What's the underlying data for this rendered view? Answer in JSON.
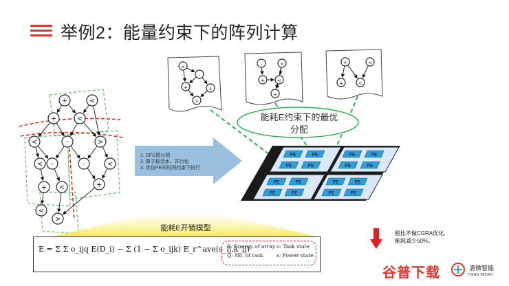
{
  "title": "举例2：能量约束下的阵列计算",
  "arrow_steps": [
    "1. DFG图分割",
    "2. 算子软流水、并行化",
    "3. 优化PE间时间约束下执行"
  ],
  "optimal_label": [
    "能耗E约束下的最优",
    "分配"
  ],
  "pe_label": "PE",
  "model_label": "能耗E开销模型",
  "formula": {
    "main": "E = Σ Σ o_ijq E(D_i) − Σ (1 − Σ o_ijk) E_r^ave(s_ij,k_ij)",
    "legend": [
      {
        "sym": "E:",
        "text": "Energy of array"
      },
      {
        "sym": "o:",
        "text": "Task state"
      },
      {
        "sym": "Q:",
        "text": "No. of task"
      },
      {
        "sym": "s:",
        "text": "Power state"
      }
    ]
  },
  "note": [
    "相比不做CGRA优化,",
    "能耗减少50%，"
  ],
  "watermark": "谷普下载",
  "logo": {
    "name": "清微智能",
    "sub": "TSING MICRO"
  },
  "node_ops": {
    "left_graph": [
      "+",
      "<",
      "+",
      "<",
      "<",
      "-",
      ">",
      "<",
      "-",
      "-",
      "<",
      "+",
      "<",
      "+",
      "<",
      ">"
    ],
    "g1": [
      "<",
      "-",
      "+",
      "+",
      ">"
    ],
    "g2": [
      "-",
      ">",
      "+",
      "<",
      "+"
    ],
    "g3": [
      "+",
      "<",
      "+",
      "<"
    ]
  },
  "colors": {
    "accent": "#d63b2f",
    "pe": "#2a9fe0",
    "grid_bg": "#d9e9f7",
    "arrow": "#8fb8dc",
    "green": "#2db14a",
    "red": "#e02020"
  }
}
